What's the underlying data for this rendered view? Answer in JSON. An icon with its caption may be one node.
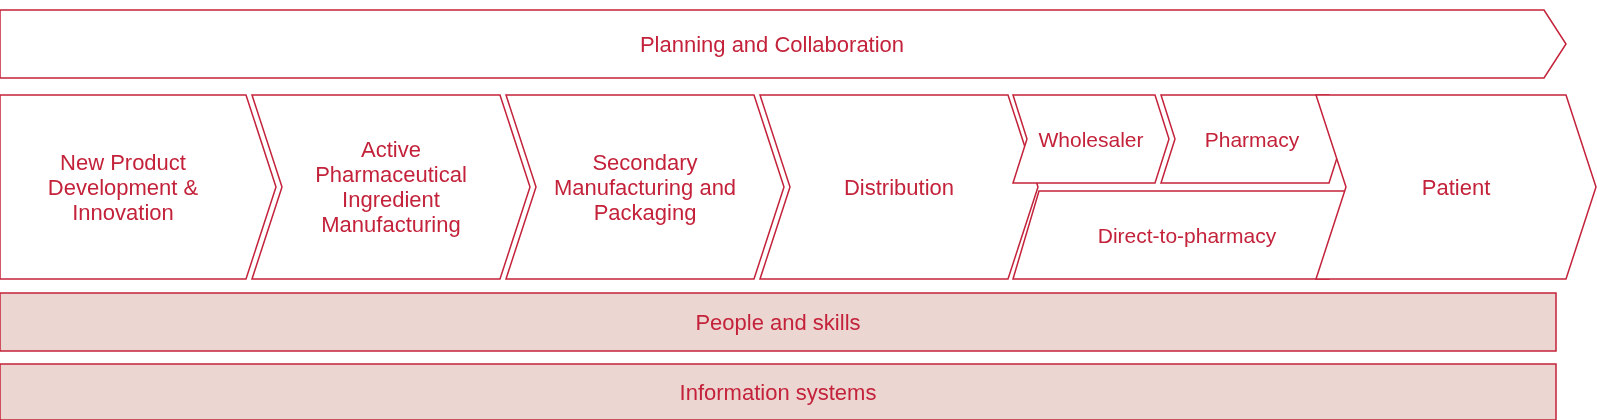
{
  "diagram": {
    "nodes": [
      {
        "text": [
          "Planning and Collaboration"
        ]
      },
      {
        "text": [
          "New Product Development & Innovation"
        ]
      },
      {
        "text": [
          "Active Pharmaceutical Ingredient Manufacturing"
        ]
      },
      {
        "text": [
          "Secondary Manufacturing and Packaging"
        ]
      },
      {
        "text": [
          "Distribution"
        ]
      },
      {
        "text": [
          "Wholesaler"
        ]
      },
      {
        "text": [
          "Pharmacy"
        ]
      },
      {
        "text": [
          "Direct-to-pharmacy"
        ]
      },
      {
        "text": [
          "Patient"
        ]
      },
      {
        "text": [
          "People and skills"
        ]
      },
      {
        "text": [
          "Information systems"
        ]
      }
    ]
  }
}
